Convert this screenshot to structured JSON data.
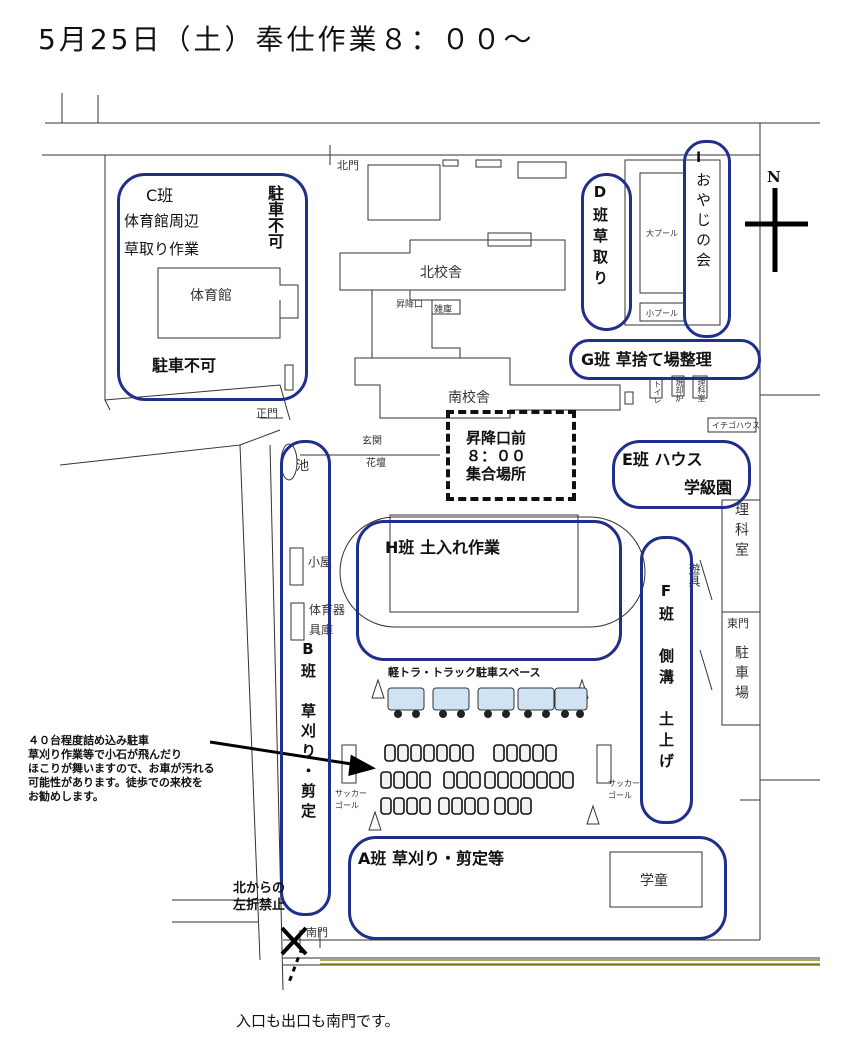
{
  "title": "5月25日（土）奉仕作業８：００～",
  "compass": "N",
  "gates": {
    "north": "北門",
    "main": "正門",
    "south": "南門",
    "east": "東門"
  },
  "buildings": {
    "gym": "体育館",
    "north_wing": "北校舎",
    "south_wing": "南校舎",
    "entrance": "昇降口",
    "storage": "雑庫",
    "big_pool": "大プール",
    "small_pool": "小プール",
    "toilet": "トイレ",
    "kiln": "焼却炉",
    "lab": "理科室",
    "greenhouse": "イチゴハウス",
    "hut": "小屋",
    "equipment": "体育器具庫",
    "gakudou": "学童",
    "playground_equipment": "遊具"
  },
  "spots": {
    "pond": "池",
    "genkan": "玄関",
    "flowerbed": "花壇",
    "soccer_goal": "サッカーゴール"
  },
  "meeting": {
    "line1": "昇降口前",
    "line2": "８：００",
    "line3": "集合場所"
  },
  "teams": {
    "a": "A班  草刈り・剪定等",
    "b": "B班　草刈り・剪定",
    "c_head": "C班",
    "c_line1": "体育館周辺",
    "c_line2": "草取り作業",
    "d": "D班草取り",
    "e_head": "E班  ハウス",
    "e_tail": "学級園",
    "f": "F班　側溝　土上げ",
    "g": "G班  草捨て場整理",
    "h": "H班  土入れ作業",
    "i_head": "I",
    "i_body": "おやじの会"
  },
  "parking": {
    "no_parking_gym": "駐車不可",
    "no_parking_vertical": "駐車不可",
    "truck_space": "軽トラ・トラック駐車スペース",
    "lot": "駐車場"
  },
  "park_note": "４０台程度詰め込み駐車\n草刈り作業等で小石が飛んだり\nほこりが舞いますので、お車が汚れる\n可能性があります。徒歩での来校を\nお勧めします。",
  "no_left_turn": "北からの\n左折禁止",
  "entrance_note": "入口も出口も南門です。",
  "colors": {
    "team_outline": "#1f2f8a",
    "map_lines": "#333333"
  }
}
